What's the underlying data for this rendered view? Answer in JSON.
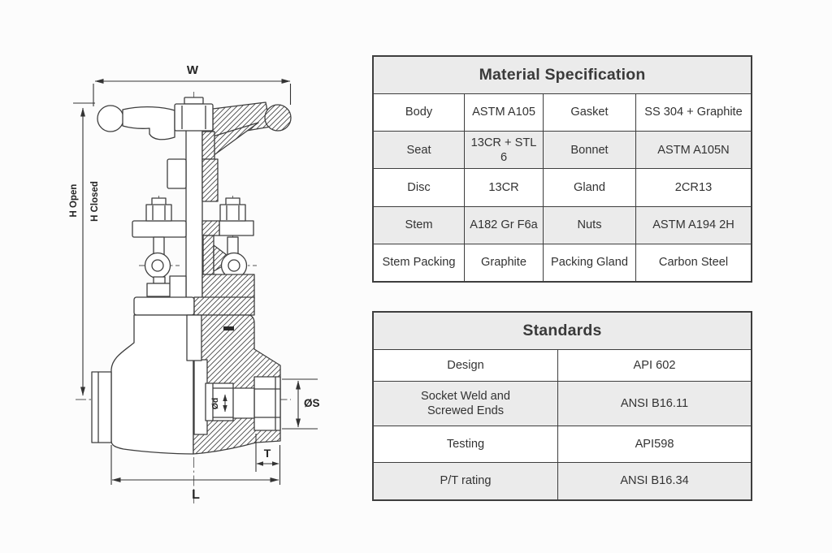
{
  "colors": {
    "background": "#fcfcfc",
    "line": "#3e3e3e",
    "table_border": "#3e3e3e",
    "header_bg": "#ebebeb",
    "shaded_row_bg": "#ebebeb",
    "row_bg": "#ffffff",
    "text": "#333333"
  },
  "diagram": {
    "dimension_labels": {
      "width": "W",
      "height_open": "H Open",
      "height_closed": "H Closed",
      "socket_diameter": "ØS",
      "socket_depth": "T",
      "length": "L",
      "bore_diameter": "Ød"
    }
  },
  "material_table": {
    "title": "Material Specification",
    "rows": [
      [
        "Body",
        "ASTM A105",
        "Gasket",
        "SS 304 + Graphite"
      ],
      [
        "Seat",
        "13CR + STL 6",
        "Bonnet",
        "ASTM A105N"
      ],
      [
        "Disc",
        "13CR",
        "Gland",
        "2CR13"
      ],
      [
        "Stem",
        "A182 Gr F6a",
        "Nuts",
        "ASTM A194 2H"
      ],
      [
        "Stem Packing",
        "Graphite",
        "Packing Gland",
        "Carbon Steel"
      ]
    ]
  },
  "standards_table": {
    "title": "Standards",
    "rows": [
      [
        "Design",
        "API 602"
      ],
      [
        "Socket Weld and\nScrewed Ends",
        "ANSI B16.11"
      ],
      [
        "Testing",
        "API598"
      ],
      [
        "P/T rating",
        "ANSI B16.34"
      ]
    ]
  }
}
